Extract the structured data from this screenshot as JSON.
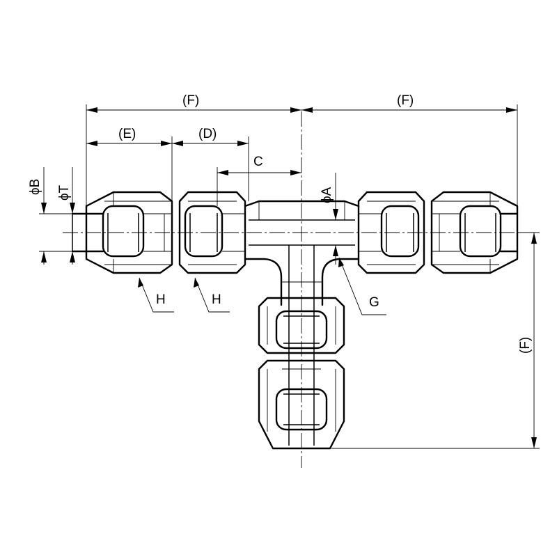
{
  "labels": {
    "f_top_left": "(F)",
    "f_top_right": "(F)",
    "e": "(E)",
    "d": "(D)",
    "c": "C",
    "phi_b": "ϕB",
    "phi_t": "ϕT",
    "phi_a": "ϕA",
    "h_left": "H",
    "h_mid": "H",
    "g": "G",
    "f_vertical": "(F)"
  }
}
